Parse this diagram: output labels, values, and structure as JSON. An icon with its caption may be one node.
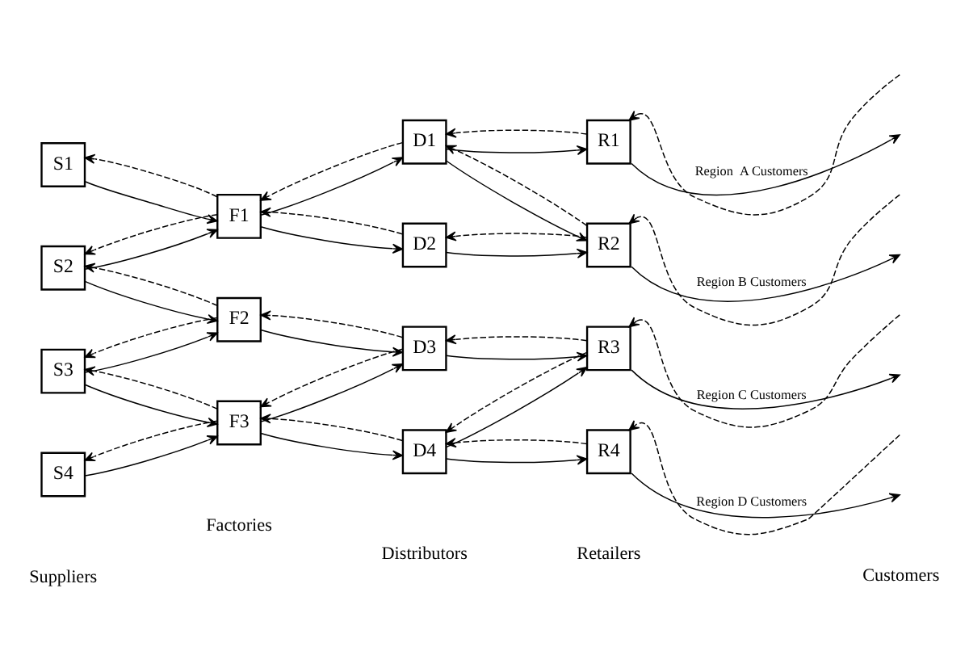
{
  "diagram": {
    "nodes": [
      {
        "text": [
          "S1"
        ]
      },
      {
        "text": [
          "S2"
        ]
      },
      {
        "text": [
          "S3"
        ]
      },
      {
        "text": [
          "S4"
        ]
      },
      {
        "text": [
          "F1"
        ]
      },
      {
        "text": [
          "F2"
        ]
      },
      {
        "text": [
          "F3"
        ]
      },
      {
        "text": [
          "D1"
        ]
      },
      {
        "text": [
          "D2"
        ]
      },
      {
        "text": [
          "D3"
        ]
      },
      {
        "text": [
          "D4"
        ]
      },
      {
        "text": [
          "R1"
        ]
      },
      {
        "text": [
          "R2"
        ]
      },
      {
        "text": [
          "R3"
        ]
      },
      {
        "text": [
          "R4"
        ]
      }
    ],
    "edges": [
      {
        "from": 0,
        "to": 4,
        "arrow": "to"
      },
      {
        "from": 4,
        "to": 0,
        "arrow": "to",
        "style": "dashed"
      },
      {
        "from": 1,
        "to": 4,
        "arrow": "to"
      },
      {
        "from": 4,
        "to": 1,
        "arrow": "to",
        "style": "dashed"
      },
      {
        "from": 1,
        "to": 5,
        "arrow": "to"
      },
      {
        "from": 5,
        "to": 1,
        "arrow": "to",
        "style": "dashed"
      },
      {
        "from": 2,
        "to": 5,
        "arrow": "to"
      },
      {
        "from": 5,
        "to": 2,
        "arrow": "to",
        "style": "dashed"
      },
      {
        "from": 2,
        "to": 6,
        "arrow": "to"
      },
      {
        "from": 6,
        "to": 2,
        "arrow": "to",
        "style": "dashed"
      },
      {
        "from": 3,
        "to": 6,
        "arrow": "to"
      },
      {
        "from": 6,
        "to": 3,
        "arrow": "to",
        "style": "dashed"
      },
      {
        "from": 4,
        "to": 7,
        "arrow": "to"
      },
      {
        "from": 7,
        "to": 4,
        "arrow": "to",
        "style": "dashed"
      },
      {
        "from": 4,
        "to": 8,
        "arrow": "to"
      },
      {
        "from": 8,
        "to": 4,
        "arrow": "to",
        "style": "dashed"
      },
      {
        "from": 5,
        "to": 9,
        "arrow": "to"
      },
      {
        "from": 9,
        "to": 5,
        "arrow": "to",
        "style": "dashed"
      },
      {
        "from": 6,
        "to": 9,
        "arrow": "to"
      },
      {
        "from": 9,
        "to": 6,
        "arrow": "to",
        "style": "dashed"
      },
      {
        "from": 6,
        "to": 10,
        "arrow": "to"
      },
      {
        "from": 10,
        "to": 6,
        "arrow": "to",
        "style": "dashed"
      },
      {
        "from": 7,
        "to": 11,
        "arrow": "to"
      },
      {
        "from": 11,
        "to": 7,
        "arrow": "to",
        "style": "dashed"
      },
      {
        "from": 7,
        "to": 12,
        "arrow": "to"
      },
      {
        "from": 12,
        "to": 7,
        "arrow": "to",
        "style": "dashed"
      },
      {
        "from": 8,
        "to": 12,
        "arrow": "to"
      },
      {
        "from": 12,
        "to": 8,
        "arrow": "to",
        "style": "dashed"
      },
      {
        "from": 9,
        "to": 13,
        "arrow": "to"
      },
      {
        "from": 13,
        "to": 9,
        "arrow": "to",
        "style": "dashed"
      },
      {
        "from": 10,
        "to": 13,
        "arrow": "to"
      },
      {
        "from": 13,
        "to": 10,
        "arrow": "to",
        "style": "dashed"
      },
      {
        "from": 10,
        "to": 14,
        "arrow": "to"
      },
      {
        "from": 14,
        "to": 10,
        "arrow": "to",
        "style": "dashed"
      },
      {
        "from": null,
        "to": 11,
        "arrow": "to",
        "style": "dashed"
      },
      {
        "from": 11,
        "to": null,
        "arrow": "to",
        "label": "Region  A Customers"
      },
      {
        "from": null,
        "to": 12,
        "arrow": "to",
        "style": "dashed"
      },
      {
        "from": 12,
        "to": null,
        "arrow": "to",
        "label": "Region B Customers"
      },
      {
        "from": null,
        "to": 13,
        "arrow": "to",
        "style": "dashed"
      },
      {
        "from": 13,
        "to": null,
        "arrow": "to",
        "label": "Region C Customers"
      },
      {
        "from": null,
        "to": 14,
        "arrow": "to",
        "style": "dashed"
      },
      {
        "from": 14,
        "to": null,
        "arrow": "to",
        "label": "Region D Customers"
      }
    ],
    "labels": [
      "Suppliers",
      "Factories",
      "Distributors",
      "Retailers",
      "Customers"
    ]
  }
}
